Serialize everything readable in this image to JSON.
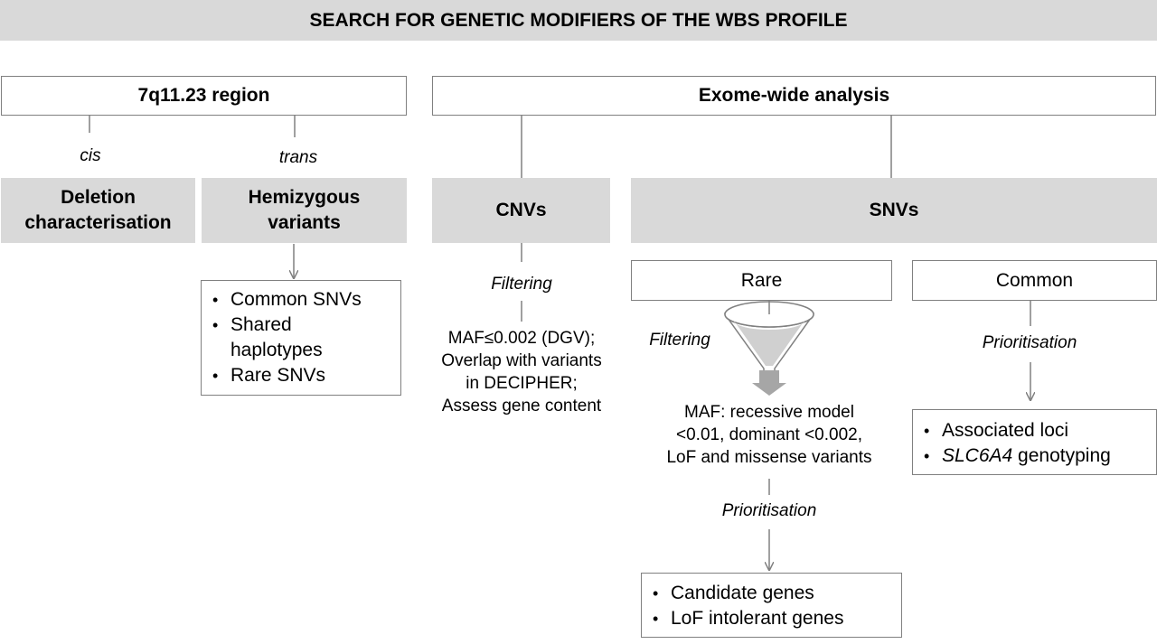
{
  "header": {
    "title": "SEARCH FOR GENETIC MODIFIERS OF THE WBS PROFILE"
  },
  "left": {
    "region_title": "7q11.23 region",
    "cis_label": "cis",
    "trans_label": "trans",
    "deletion_lines": [
      "Deletion",
      "characterisation"
    ],
    "hemizygous_lines": [
      "Hemizygous",
      "variants"
    ],
    "hemizygous_items": [
      "Common SNVs",
      "Shared haplotypes",
      "Rare SNVs"
    ]
  },
  "right": {
    "title": "Exome-wide analysis",
    "cnvs_label": "CNVs",
    "snvs_label": "SNVs",
    "cnv_filtering_label": "Filtering",
    "cnv_filter_lines": [
      "MAF≤0.002 (DGV);",
      "Overlap with variants",
      "in DECIPHER;",
      "Assess gene content"
    ],
    "rare_label": "Rare",
    "common_label": "Common",
    "rare_filtering_label": "Filtering",
    "rare_filter_lines": [
      "MAF: recessive model",
      "<0.01, dominant <0.002,",
      "LoF and missense variants"
    ],
    "rare_prioritisation_label": "Prioritisation",
    "rare_items": [
      "Candidate genes",
      "LoF intolerant genes"
    ],
    "common_prioritisation_label": "Prioritisation",
    "common_items": [
      "Associated loci",
      "SLC6A4 genotyping"
    ]
  },
  "colors": {
    "box_fill": "#d9d9d9",
    "line": "#808080",
    "funnel": "#a6a6a6"
  }
}
